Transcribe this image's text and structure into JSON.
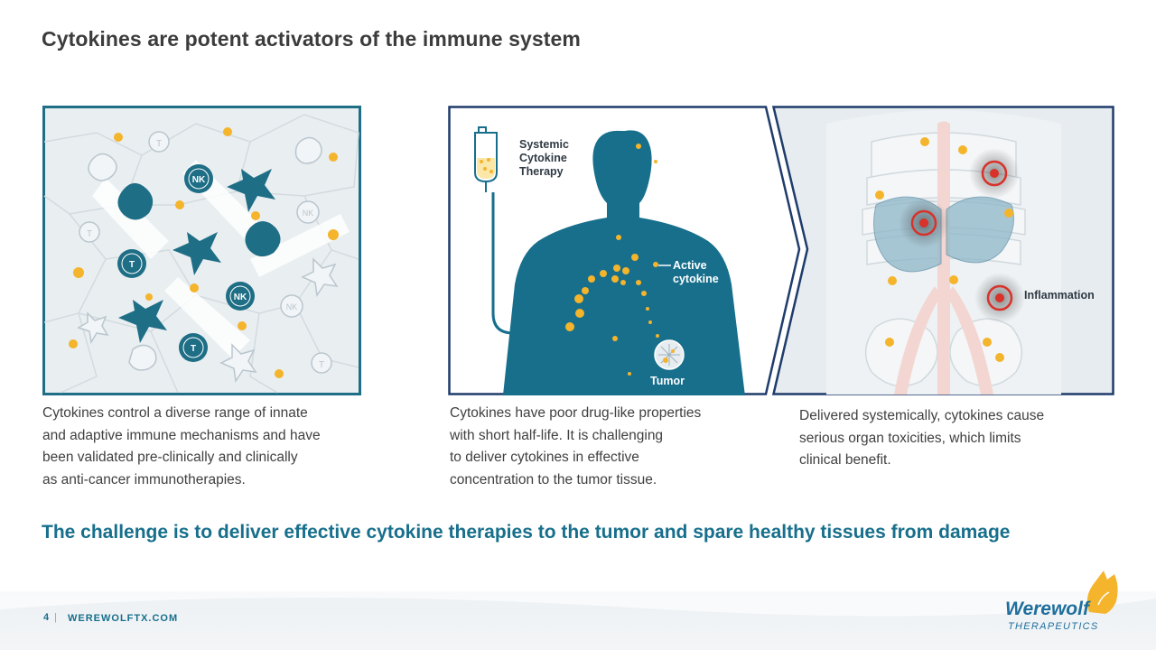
{
  "title": "Cytokines are potent activators of the immune system",
  "panels": {
    "cells": {
      "nk_label": "NK",
      "t_label": "T"
    },
    "therapy": {
      "iv_label_1": "Systemic",
      "iv_label_2": "Cytokine",
      "iv_label_3": "Therapy",
      "active_1": "Active",
      "active_2": "cytokine",
      "tumor": "Tumor"
    },
    "toxicity": {
      "inflammation": "Inflammation"
    }
  },
  "captions": {
    "left": [
      "Cytokines control a diverse range of innate",
      "and  adaptive immune mechanisms and have",
      "been validated pre-clinically and clinically",
      "as anti-cancer immunotherapies."
    ],
    "middle": [
      "Cytokines have poor drug-like properties",
      "with short half-life. It is challenging",
      "to deliver cytokines in effective",
      "concentration to the tumor tissue."
    ],
    "right": [
      "Delivered systemically, cytokines cause",
      "serious organ toxicities, which limits",
      "clinical benefit."
    ]
  },
  "challenge": "The challenge is to deliver effective cytokine therapies to the tumor and spare healthy tissues from damage",
  "footer": {
    "page_number": "4",
    "separator": "|",
    "website": "WEREWOLFTX.COM",
    "logo_word": "Werewolf",
    "logo_sub": "THERAPEUTICS"
  },
  "colors": {
    "teal": "#176f8c",
    "dark_teal": "#1e6e86",
    "yellow": "#f4b42c",
    "red": "#d8322a"
  }
}
